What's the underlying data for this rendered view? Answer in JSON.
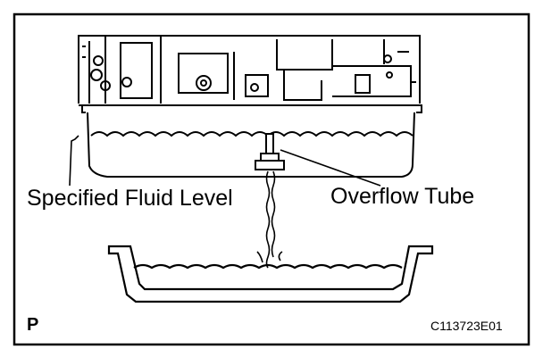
{
  "labels": {
    "specified_fluid_level": "Specified Fluid Level",
    "overflow_tube": "Overflow Tube",
    "corner_mark": "P",
    "figure_code": "C113723E01"
  }
}
